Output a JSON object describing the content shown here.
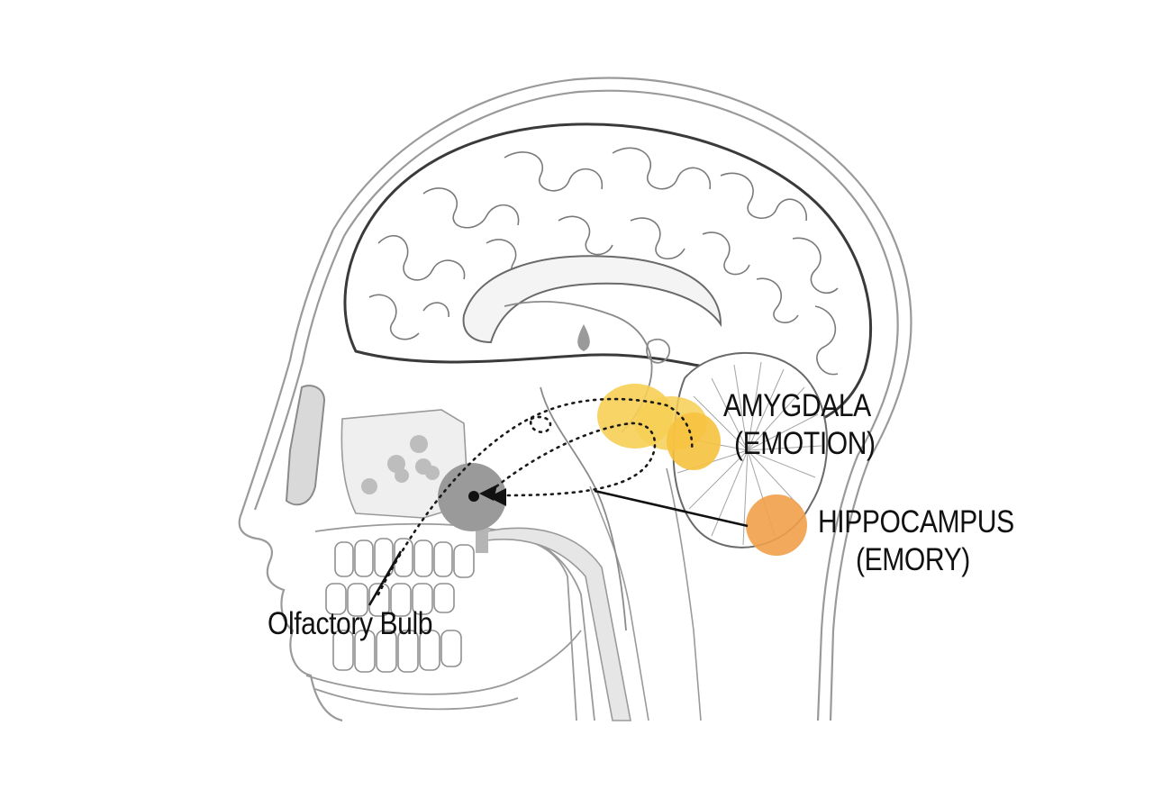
{
  "labels": {
    "amygdala_name": "AMYGDALA",
    "amygdala_role": "(EMOTION)",
    "hippocampus_name": "HIPPOCAMPUS",
    "hippocampus_role": "(EMORY)",
    "olfactory_bulb": "Olfactory Bulb"
  },
  "colors": {
    "outline": "#8f8f8f",
    "brain_outline": "#3c3c3c",
    "amygdala": "#f7cf55",
    "hippocampus": "#f2a04a",
    "olfactory_bulb": "#9a9a9a",
    "pathway": "#1a1a1a",
    "structure_fill": "#e4e4e4"
  }
}
